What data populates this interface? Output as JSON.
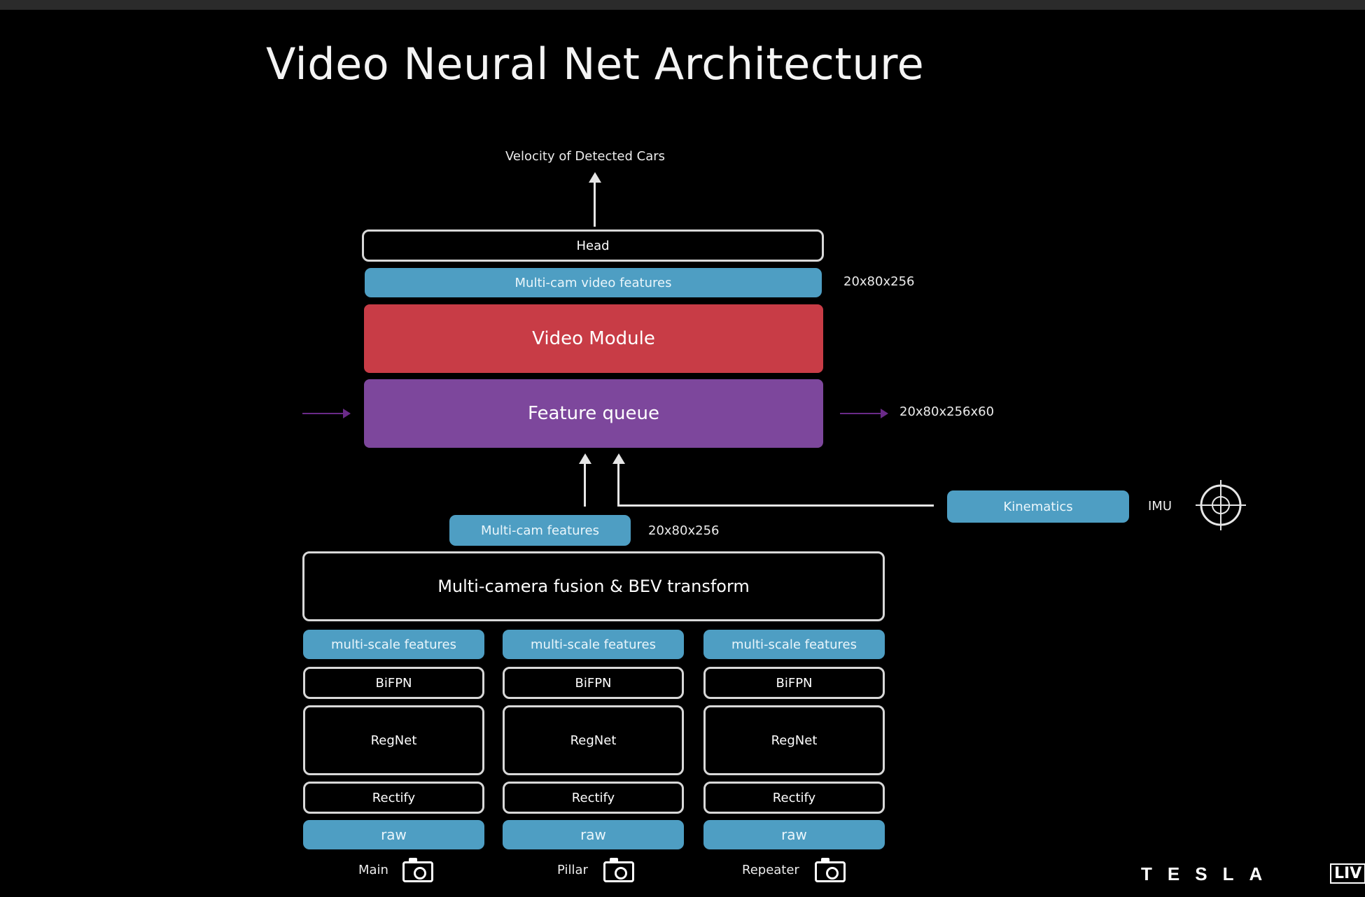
{
  "title": "Video Neural Net Architecture",
  "output_label": "Velocity of Detected Cars",
  "head": "Head",
  "multicam_video_features": "Multi-cam video features",
  "multicam_video_features_dim": "20x80x256",
  "video_module": "Video Module",
  "feature_queue": "Feature queue",
  "feature_queue_dim": "20x80x256x60",
  "kinematics": "Kinematics",
  "imu": "IMU",
  "multicam_features": "Multi-cam features",
  "multicam_features_dim": "20x80x256",
  "fusion": "Multi-camera fusion & BEV transform",
  "columns": [
    {
      "features": "multi-scale features",
      "bifpn": "BiFPN",
      "regnet": "RegNet",
      "rectify": "Rectify",
      "raw": "raw",
      "camera": "Main"
    },
    {
      "features": "multi-scale features",
      "bifpn": "BiFPN",
      "regnet": "RegNet",
      "rectify": "Rectify",
      "raw": "raw",
      "camera": "Pillar"
    },
    {
      "features": "multi-scale features",
      "bifpn": "BiFPN",
      "regnet": "RegNet",
      "rectify": "Rectify",
      "raw": "raw",
      "camera": "Repeater"
    }
  ],
  "brand": "TESLA",
  "live_badge": "LIV",
  "icons": {
    "camera": "camera-icon",
    "imu": "crosshair-icon"
  },
  "colors": {
    "blue": "#4e9ec3",
    "red": "#c83c46",
    "purple": "#7d479c",
    "background": "#000000"
  }
}
